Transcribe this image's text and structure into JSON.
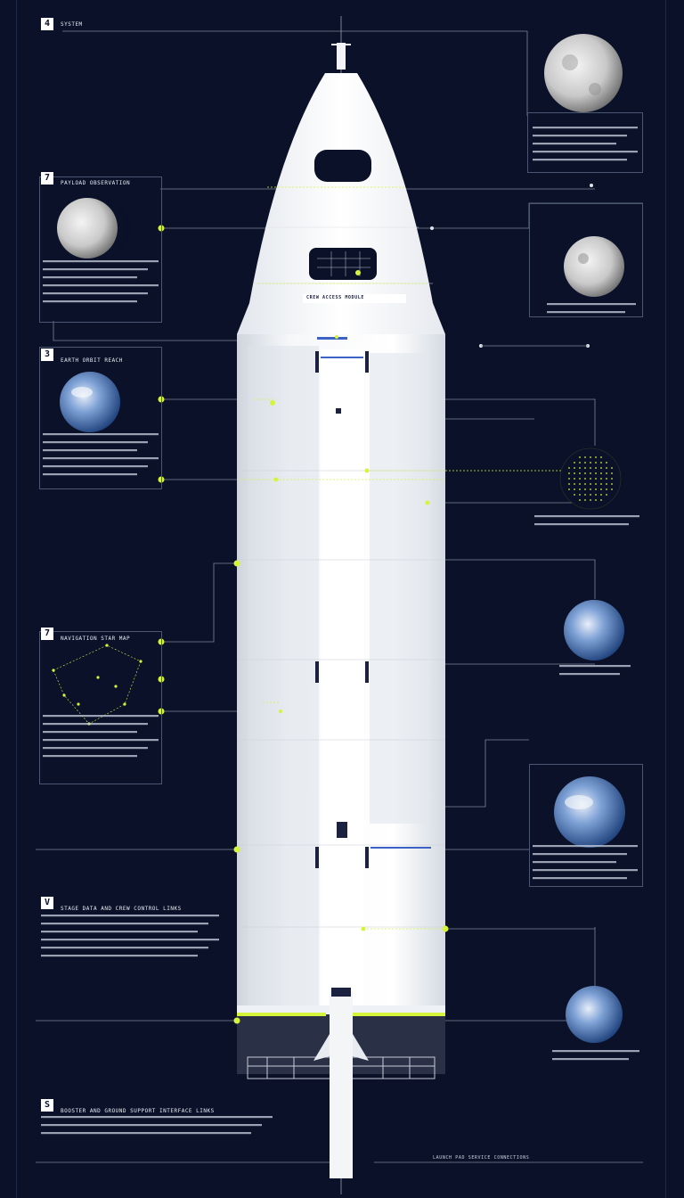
{
  "panels": [
    {
      "id": "p1",
      "badge": "4",
      "heading": "SYSTEM"
    },
    {
      "id": "p2",
      "badge": "7",
      "heading": "PAYLOAD OBSERVATION"
    },
    {
      "id": "p3",
      "badge": "3",
      "heading": "EARTH ORBIT REACH"
    },
    {
      "id": "p4",
      "badge": "7",
      "heading": "NAVIGATION STAR MAP"
    },
    {
      "id": "p5",
      "badge": "V",
      "heading": "STAGE DATA AND CREW CONTROL LINKS"
    },
    {
      "id": "p6",
      "badge": "S",
      "heading": "BOOSTER AND GROUND SUPPORT INTERFACE LINKS"
    }
  ],
  "rocket": {
    "label": "CREW ACCESS MODULE"
  },
  "bottom": {
    "label": "LAUNCH PAD SERVICE CONNECTIONS"
  },
  "colors": {
    "accent": "#d4f53c",
    "background": "#0a1128",
    "hull": "#f2f4f7"
  },
  "icons": [
    "moon-icon",
    "earth-icon",
    "star-cluster-icon",
    "constellation-icon"
  ]
}
